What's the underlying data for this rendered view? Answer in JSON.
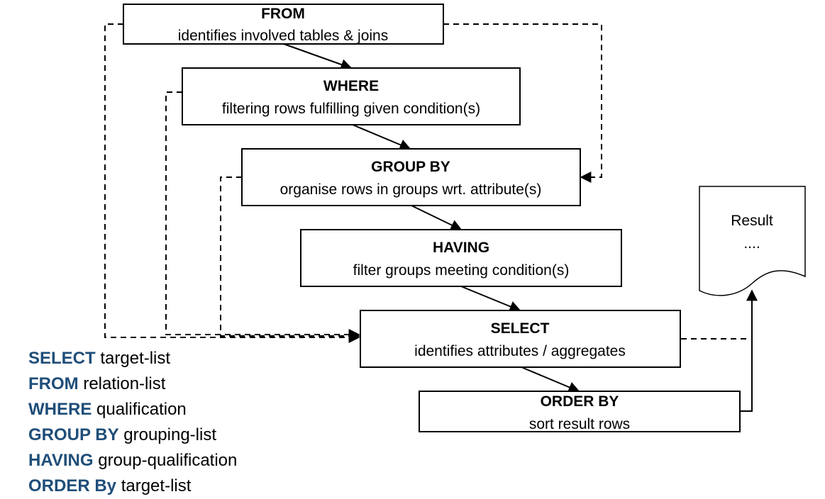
{
  "steps": [
    {
      "id": "from",
      "title": "FROM",
      "desc": "identifies involved tables & joins"
    },
    {
      "id": "where",
      "title": "WHERE",
      "desc": "filtering rows fulfilling given condition(s)"
    },
    {
      "id": "group-by",
      "title": "GROUP BY",
      "desc": "organise rows in groups wrt. attribute(s)"
    },
    {
      "id": "having",
      "title": "HAVING",
      "desc": "filter groups meeting condition(s)"
    },
    {
      "id": "select",
      "title": "SELECT",
      "desc": "identifies attributes / aggregates"
    },
    {
      "id": "order-by",
      "title": "ORDER BY",
      "desc": "sort result rows"
    }
  ],
  "result": {
    "title": "Result",
    "content": "...."
  },
  "syntax": [
    {
      "keyword": "SELECT",
      "text": "target-list"
    },
    {
      "keyword": "FROM",
      "text": "relation-list"
    },
    {
      "keyword": "WHERE",
      "text": "qualification"
    },
    {
      "keyword": "GROUP BY",
      "text": "grouping-list"
    },
    {
      "keyword": "HAVING",
      "text": "group-qualification"
    },
    {
      "keyword": "ORDER By",
      "text": "target-list"
    }
  ],
  "colors": {
    "keyword": "#1f4e79",
    "stroke": "#000000"
  }
}
